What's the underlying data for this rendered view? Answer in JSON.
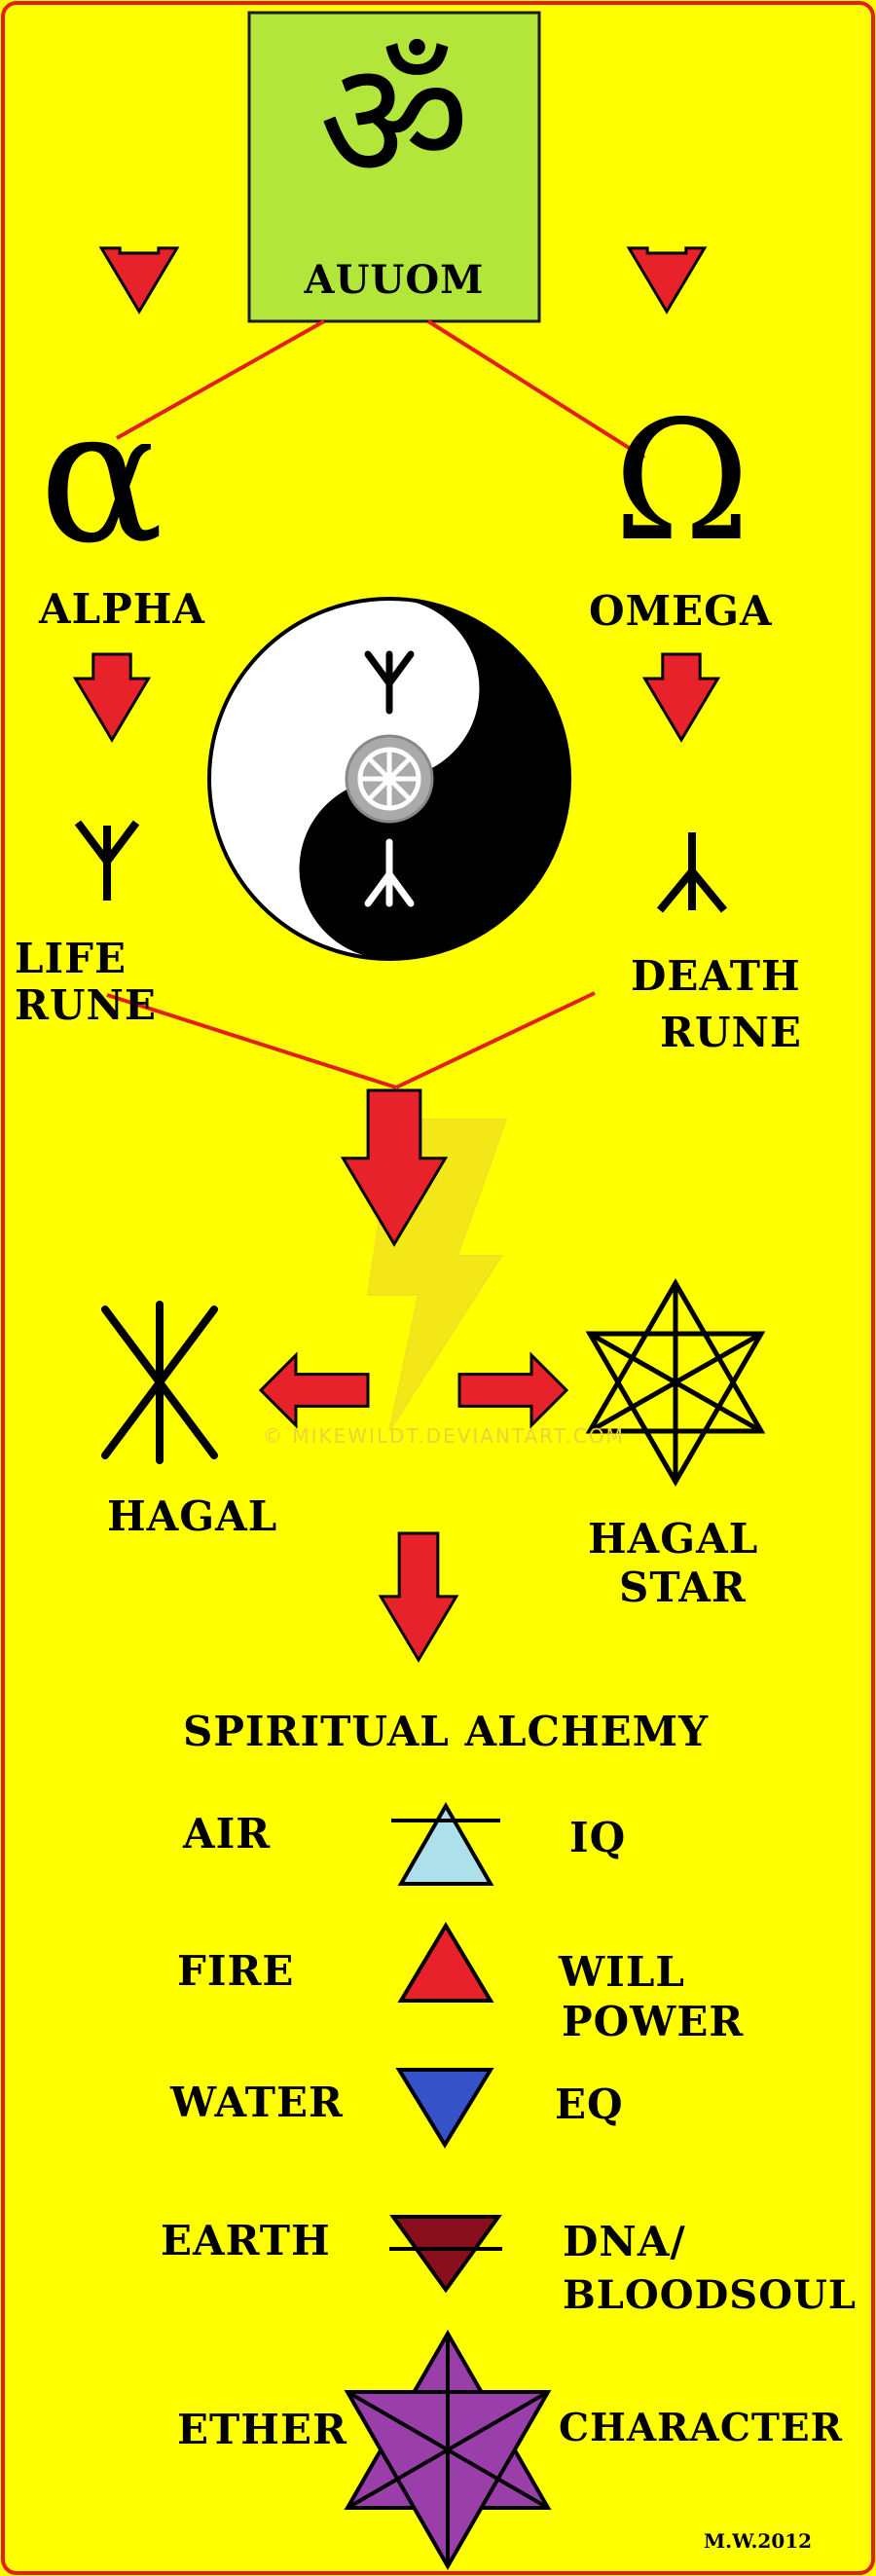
{
  "colors": {
    "background": "#ffff00",
    "border": "#e41d1d",
    "arrow": "#e8222a",
    "om_box": "#b3e63a",
    "air": "#aee0ec",
    "fire": "#e8222a",
    "water": "#3552c9",
    "earth": "#8a0f1e",
    "ether": "#9a3eaa",
    "wheel": "#aaaaaa"
  },
  "top": {
    "om_label": "AUUOM",
    "om_symbol": "ॐ"
  },
  "alpha": {
    "symbol": "α",
    "label": "ALPHA"
  },
  "omega": {
    "symbol": "Ω",
    "label": "OMEGA"
  },
  "life_rune": {
    "line1": "LIFE",
    "line2": "RUNE"
  },
  "death_rune": {
    "line1": "DEATH",
    "line2": "RUNE"
  },
  "hagal": {
    "label": "HAGAL"
  },
  "hagal_star": {
    "line1": "HAGAL",
    "line2": "STAR"
  },
  "alchemy": {
    "title": "SPIRITUAL ALCHEMY",
    "rows": [
      {
        "element": "AIR",
        "meaning": [
          "IQ"
        ]
      },
      {
        "element": "FIRE",
        "meaning": [
          "WILL",
          "POWER"
        ]
      },
      {
        "element": "WATER",
        "meaning": [
          "EQ"
        ]
      },
      {
        "element": "EARTH",
        "meaning": [
          "DNA/",
          "BLOODSOUL"
        ]
      },
      {
        "element": "ETHER",
        "meaning": [
          "CHARACTER"
        ]
      }
    ]
  },
  "signature": "M.W.2012",
  "watermark": "© MIKEWILDT.DEVIANTART.COM"
}
